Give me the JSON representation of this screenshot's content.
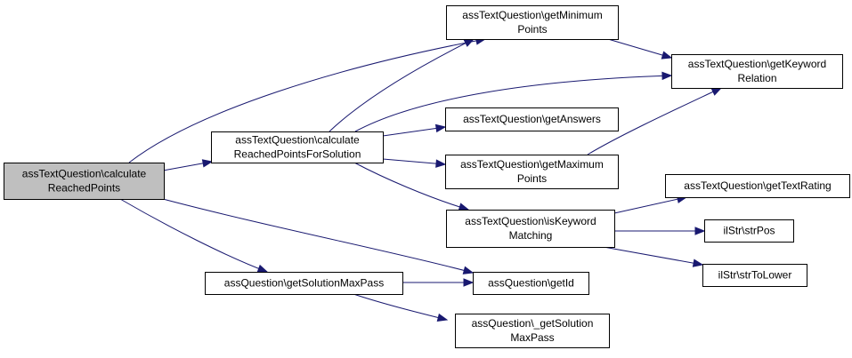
{
  "colors": {
    "edge": "#191970",
    "node_fill": "#ffffff",
    "root_fill": "#bfbfbf",
    "node_border": "#000000"
  },
  "nodes": [
    {
      "id": "root",
      "lines": [
        "assTextQuestion\\calculate",
        "ReachedPoints"
      ],
      "highlight": true
    },
    {
      "id": "calc_for_solution",
      "lines": [
        "assTextQuestion\\calculate",
        "ReachedPointsForSolution"
      ]
    },
    {
      "id": "get_solution_max_pass",
      "lines": [
        "assQuestion\\getSolutionMaxPass"
      ]
    },
    {
      "id": "get_minimum_points",
      "lines": [
        "assTextQuestion\\getMinimum",
        "Points"
      ]
    },
    {
      "id": "get_keyword_relation",
      "lines": [
        "assTextQuestion\\getKeyword",
        "Relation"
      ]
    },
    {
      "id": "get_answers",
      "lines": [
        "assTextQuestion\\getAnswers"
      ]
    },
    {
      "id": "get_maximum_points",
      "lines": [
        "assTextQuestion\\getMaximum",
        "Points"
      ]
    },
    {
      "id": "is_keyword_matching",
      "lines": [
        "assTextQuestion\\isKeyword",
        "Matching"
      ]
    },
    {
      "id": "get_id",
      "lines": [
        "assQuestion\\getId"
      ]
    },
    {
      "id": "private_get_solution_max_pass",
      "lines": [
        "assQuestion\\_getSolution",
        "MaxPass"
      ]
    },
    {
      "id": "get_text_rating",
      "lines": [
        "assTextQuestion\\getTextRating"
      ]
    },
    {
      "id": "str_pos",
      "lines": [
        "ilStr\\strPos"
      ]
    },
    {
      "id": "str_to_lower",
      "lines": [
        "ilStr\\strToLower"
      ]
    }
  ],
  "edges": [
    {
      "from": "root",
      "to": "calc_for_solution"
    },
    {
      "from": "root",
      "to": "get_minimum_points"
    },
    {
      "from": "root",
      "to": "get_solution_max_pass"
    },
    {
      "from": "root",
      "to": "get_id"
    },
    {
      "from": "calc_for_solution",
      "to": "get_minimum_points"
    },
    {
      "from": "calc_for_solution",
      "to": "get_keyword_relation"
    },
    {
      "from": "calc_for_solution",
      "to": "get_answers"
    },
    {
      "from": "calc_for_solution",
      "to": "get_maximum_points"
    },
    {
      "from": "calc_for_solution",
      "to": "is_keyword_matching"
    },
    {
      "from": "get_minimum_points",
      "to": "get_keyword_relation"
    },
    {
      "from": "get_maximum_points",
      "to": "get_keyword_relation"
    },
    {
      "from": "is_keyword_matching",
      "to": "get_text_rating"
    },
    {
      "from": "is_keyword_matching",
      "to": "str_pos"
    },
    {
      "from": "is_keyword_matching",
      "to": "str_to_lower"
    },
    {
      "from": "get_solution_max_pass",
      "to": "get_id"
    },
    {
      "from": "get_solution_max_pass",
      "to": "private_get_solution_max_pass"
    }
  ]
}
